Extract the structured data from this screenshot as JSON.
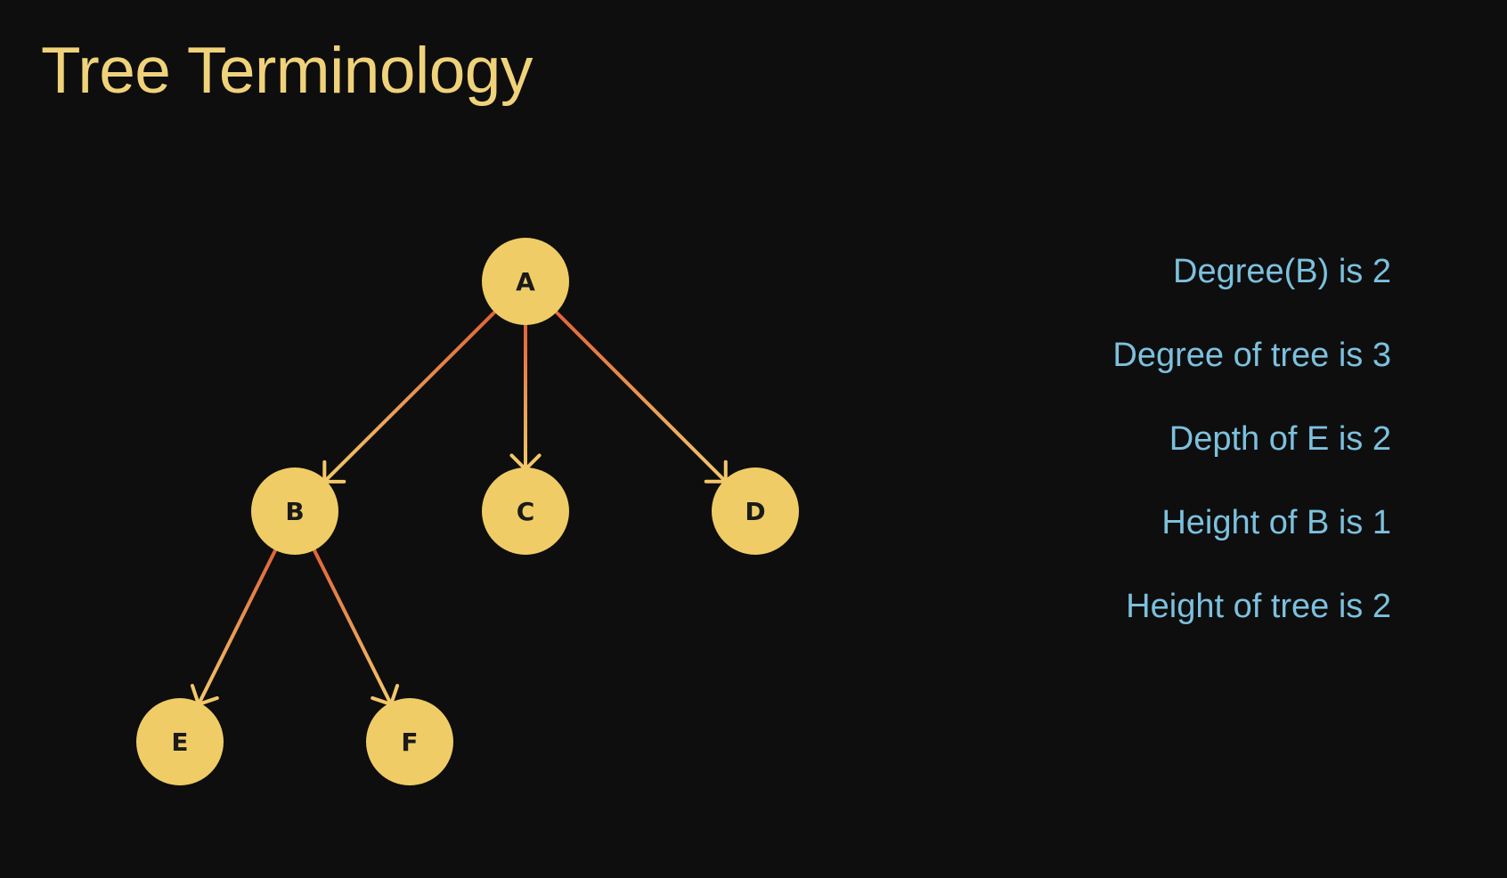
{
  "title": "Tree Terminology",
  "colors": {
    "background": "#0e0e0e",
    "title": "#f0d27a",
    "node_fill": "#efcc66",
    "node_text": "#1a1a1a",
    "edge_start": "#e0643a",
    "edge_end": "#f3c86a",
    "fact_text": "#7cc1de"
  },
  "tree": {
    "nodes": [
      {
        "id": "A",
        "label": "A"
      },
      {
        "id": "B",
        "label": "B"
      },
      {
        "id": "C",
        "label": "C"
      },
      {
        "id": "D",
        "label": "D"
      },
      {
        "id": "E",
        "label": "E"
      },
      {
        "id": "F",
        "label": "F"
      }
    ],
    "edges": [
      {
        "from": "A",
        "to": "B"
      },
      {
        "from": "A",
        "to": "C"
      },
      {
        "from": "A",
        "to": "D"
      },
      {
        "from": "B",
        "to": "E"
      },
      {
        "from": "B",
        "to": "F"
      }
    ]
  },
  "facts": [
    "Degree(B) is 2",
    "Degree of tree is 3",
    "Depth of E is 2",
    "Height of B is 1",
    "Height of tree is 2"
  ]
}
